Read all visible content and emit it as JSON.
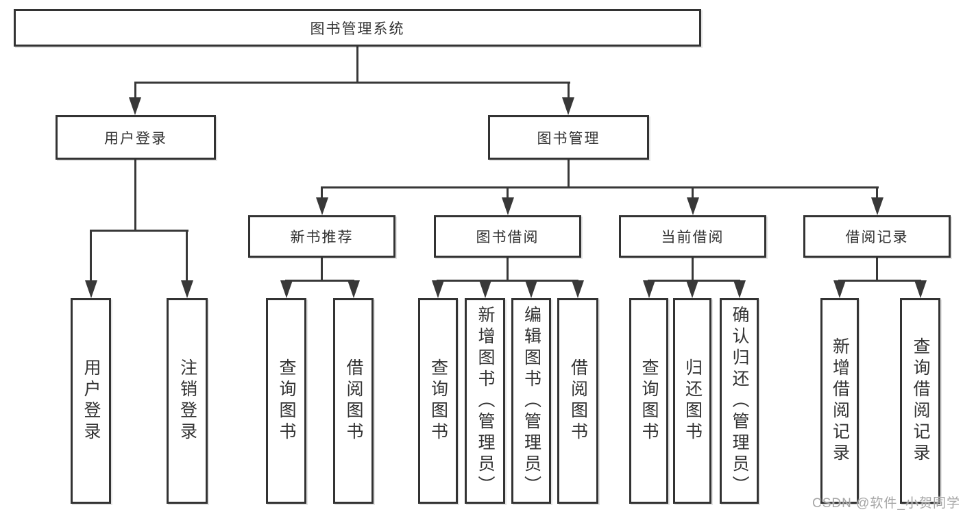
{
  "tree": {
    "label": "图书管理系统",
    "children": [
      {
        "label": "用户登录",
        "children": [
          {
            "label": "用户登录"
          },
          {
            "label": "注销登录"
          }
        ]
      },
      {
        "label": "图书管理",
        "children": [
          {
            "label": "新书推荐",
            "children": [
              {
                "label": "查询图书"
              },
              {
                "label": "借阅图书"
              }
            ]
          },
          {
            "label": "图书借阅",
            "children": [
              {
                "label": "查询图书"
              },
              {
                "label": "新增图书（管理员）"
              },
              {
                "label": "编辑图书（管理员）"
              },
              {
                "label": "借阅图书"
              }
            ]
          },
          {
            "label": "当前借阅",
            "children": [
              {
                "label": "查询图书"
              },
              {
                "label": "归还图书"
              },
              {
                "label": "确认归还（管理员）"
              }
            ]
          },
          {
            "label": "借阅记录",
            "children": [
              {
                "label": "新增借阅记录"
              },
              {
                "label": "查询借阅记录"
              }
            ]
          }
        ]
      }
    ]
  },
  "watermark": {
    "text": "CSDN @软件_小贺同学"
  },
  "colors": {
    "line": "#383838",
    "border": "#333333",
    "text": "#333333",
    "watermark": "#a6a6a6",
    "background": "#ffffff"
  }
}
